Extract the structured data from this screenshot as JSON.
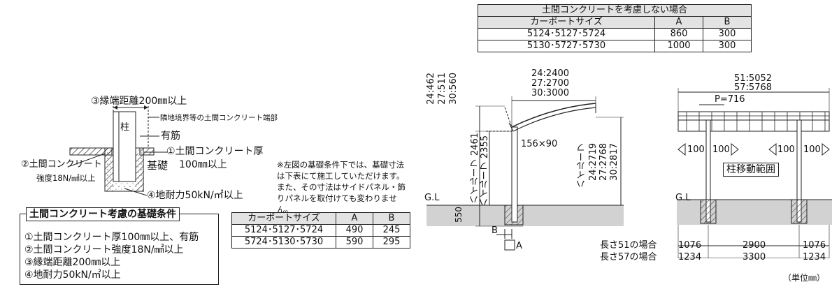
{
  "top_table": {
    "title": "土間コンクリートを考慮しない場合",
    "headers": [
      "カーポートサイズ",
      "A",
      "B"
    ],
    "rows": [
      [
        "5124･5127･5724",
        "860",
        "300"
      ],
      [
        "5130･5727･5730",
        "1000",
        "300"
      ]
    ]
  },
  "left_diagram": {
    "edge_distance": "③縁端距離200㎜以上",
    "boundary": "隣地境界等の土間コンクリート端部",
    "pillar": "柱",
    "rebar": "有筋",
    "concrete_thickness_1": "①土間コンクリート厚",
    "concrete_thickness_2": "100㎜以上",
    "foundation": "基礎",
    "concrete_strength_1": "②土間コンクリート",
    "concrete_strength_2": "強度18N/㎟以上",
    "bearing_capacity": "④地耐力50kN/㎡以上"
  },
  "note": "※左図の基礎条件下では、基礎寸法は下表にて施工していただけます。また、その寸法はサイドパネル・飾りパネルを取付けても変わりません。",
  "conditions": {
    "title": "土間コンクリート考慮の基礎条件",
    "items": [
      "①土間コンクリート厚100㎜以上、有筋",
      "②土間コンクリート強度18N/㎟以上",
      "③縁端距離200㎜以上",
      "④地耐力50kN/㎡以上"
    ]
  },
  "bottom_table": {
    "headers": [
      "カーポートサイズ",
      "A",
      "B"
    ],
    "rows": [
      [
        "5124･5127･5724",
        "490",
        "245"
      ],
      [
        "5724･5130･5730",
        "590",
        "295"
      ]
    ]
  },
  "side_view": {
    "heights": [
      "24:462",
      "27:511",
      "30:560"
    ],
    "widths": [
      "24:2400",
      "27:2700",
      "30:3000"
    ],
    "high_roof_1": "ハイルーフ",
    "high_roof_1_value": "2461",
    "high_roof_2": "ハイルーフ",
    "high_roof_2_value": "2355",
    "high_roof_3": "ハイルーフ",
    "high_roof_3_values": [
      "24:2719",
      "27:2768",
      "30:2817"
    ],
    "beam": "156×90",
    "gl": "G.L",
    "depth": "550",
    "label_b": "B",
    "label_a": "A"
  },
  "front_view": {
    "lengths": [
      "51:5052",
      "57:5768"
    ],
    "pitch": "P=716",
    "offset_left_1": "100",
    "offset_left_2": "100",
    "offset_right_1": "100",
    "offset_right_2": "100",
    "range": "柱移動範囲",
    "gl": "G.L",
    "case_51": "長さ51の場合",
    "case_57": "長さ57の場合",
    "dims_51": [
      "1076",
      "2900",
      "1076"
    ],
    "dims_57": [
      "1234",
      "3300",
      "1234"
    ],
    "unit": "（単位㎜）"
  }
}
